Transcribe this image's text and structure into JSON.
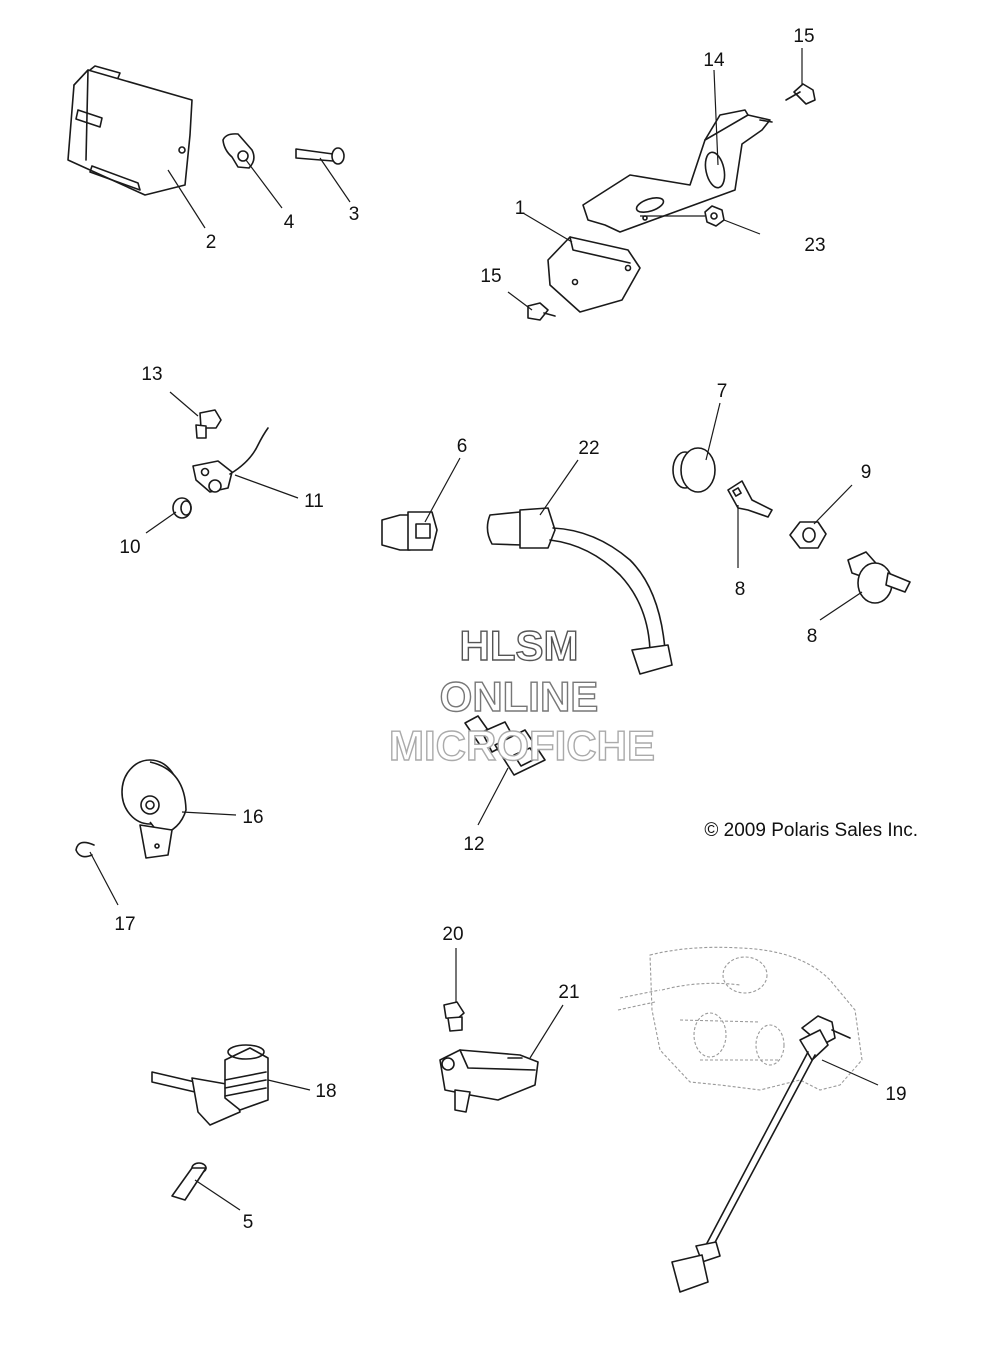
{
  "callouts": {
    "c1": "1",
    "c2": "2",
    "c3": "3",
    "c4": "4",
    "c5": "5",
    "c6": "6",
    "c7": "7",
    "c8a": "8",
    "c8b": "8",
    "c9": "9",
    "c10": "10",
    "c11": "11",
    "c12": "12",
    "c13": "13",
    "c14": "14",
    "c15a": "15",
    "c15b": "15",
    "c16": "16",
    "c17": "17",
    "c18": "18",
    "c19": "19",
    "c20": "20",
    "c21": "21",
    "c22": "22",
    "c23": "23"
  },
  "copyright": "© 2009 Polaris Sales Inc.",
  "watermark": {
    "line1": "HLSM",
    "line2": "ONLINE",
    "line3": "MICROFICHE"
  },
  "colors": {
    "line": "#1a1a1a",
    "ghost_engine": "#9a9a9a",
    "watermark_line1": "#555555",
    "watermark_line2": "#777777",
    "watermark_line3": "#aaaaaa"
  }
}
